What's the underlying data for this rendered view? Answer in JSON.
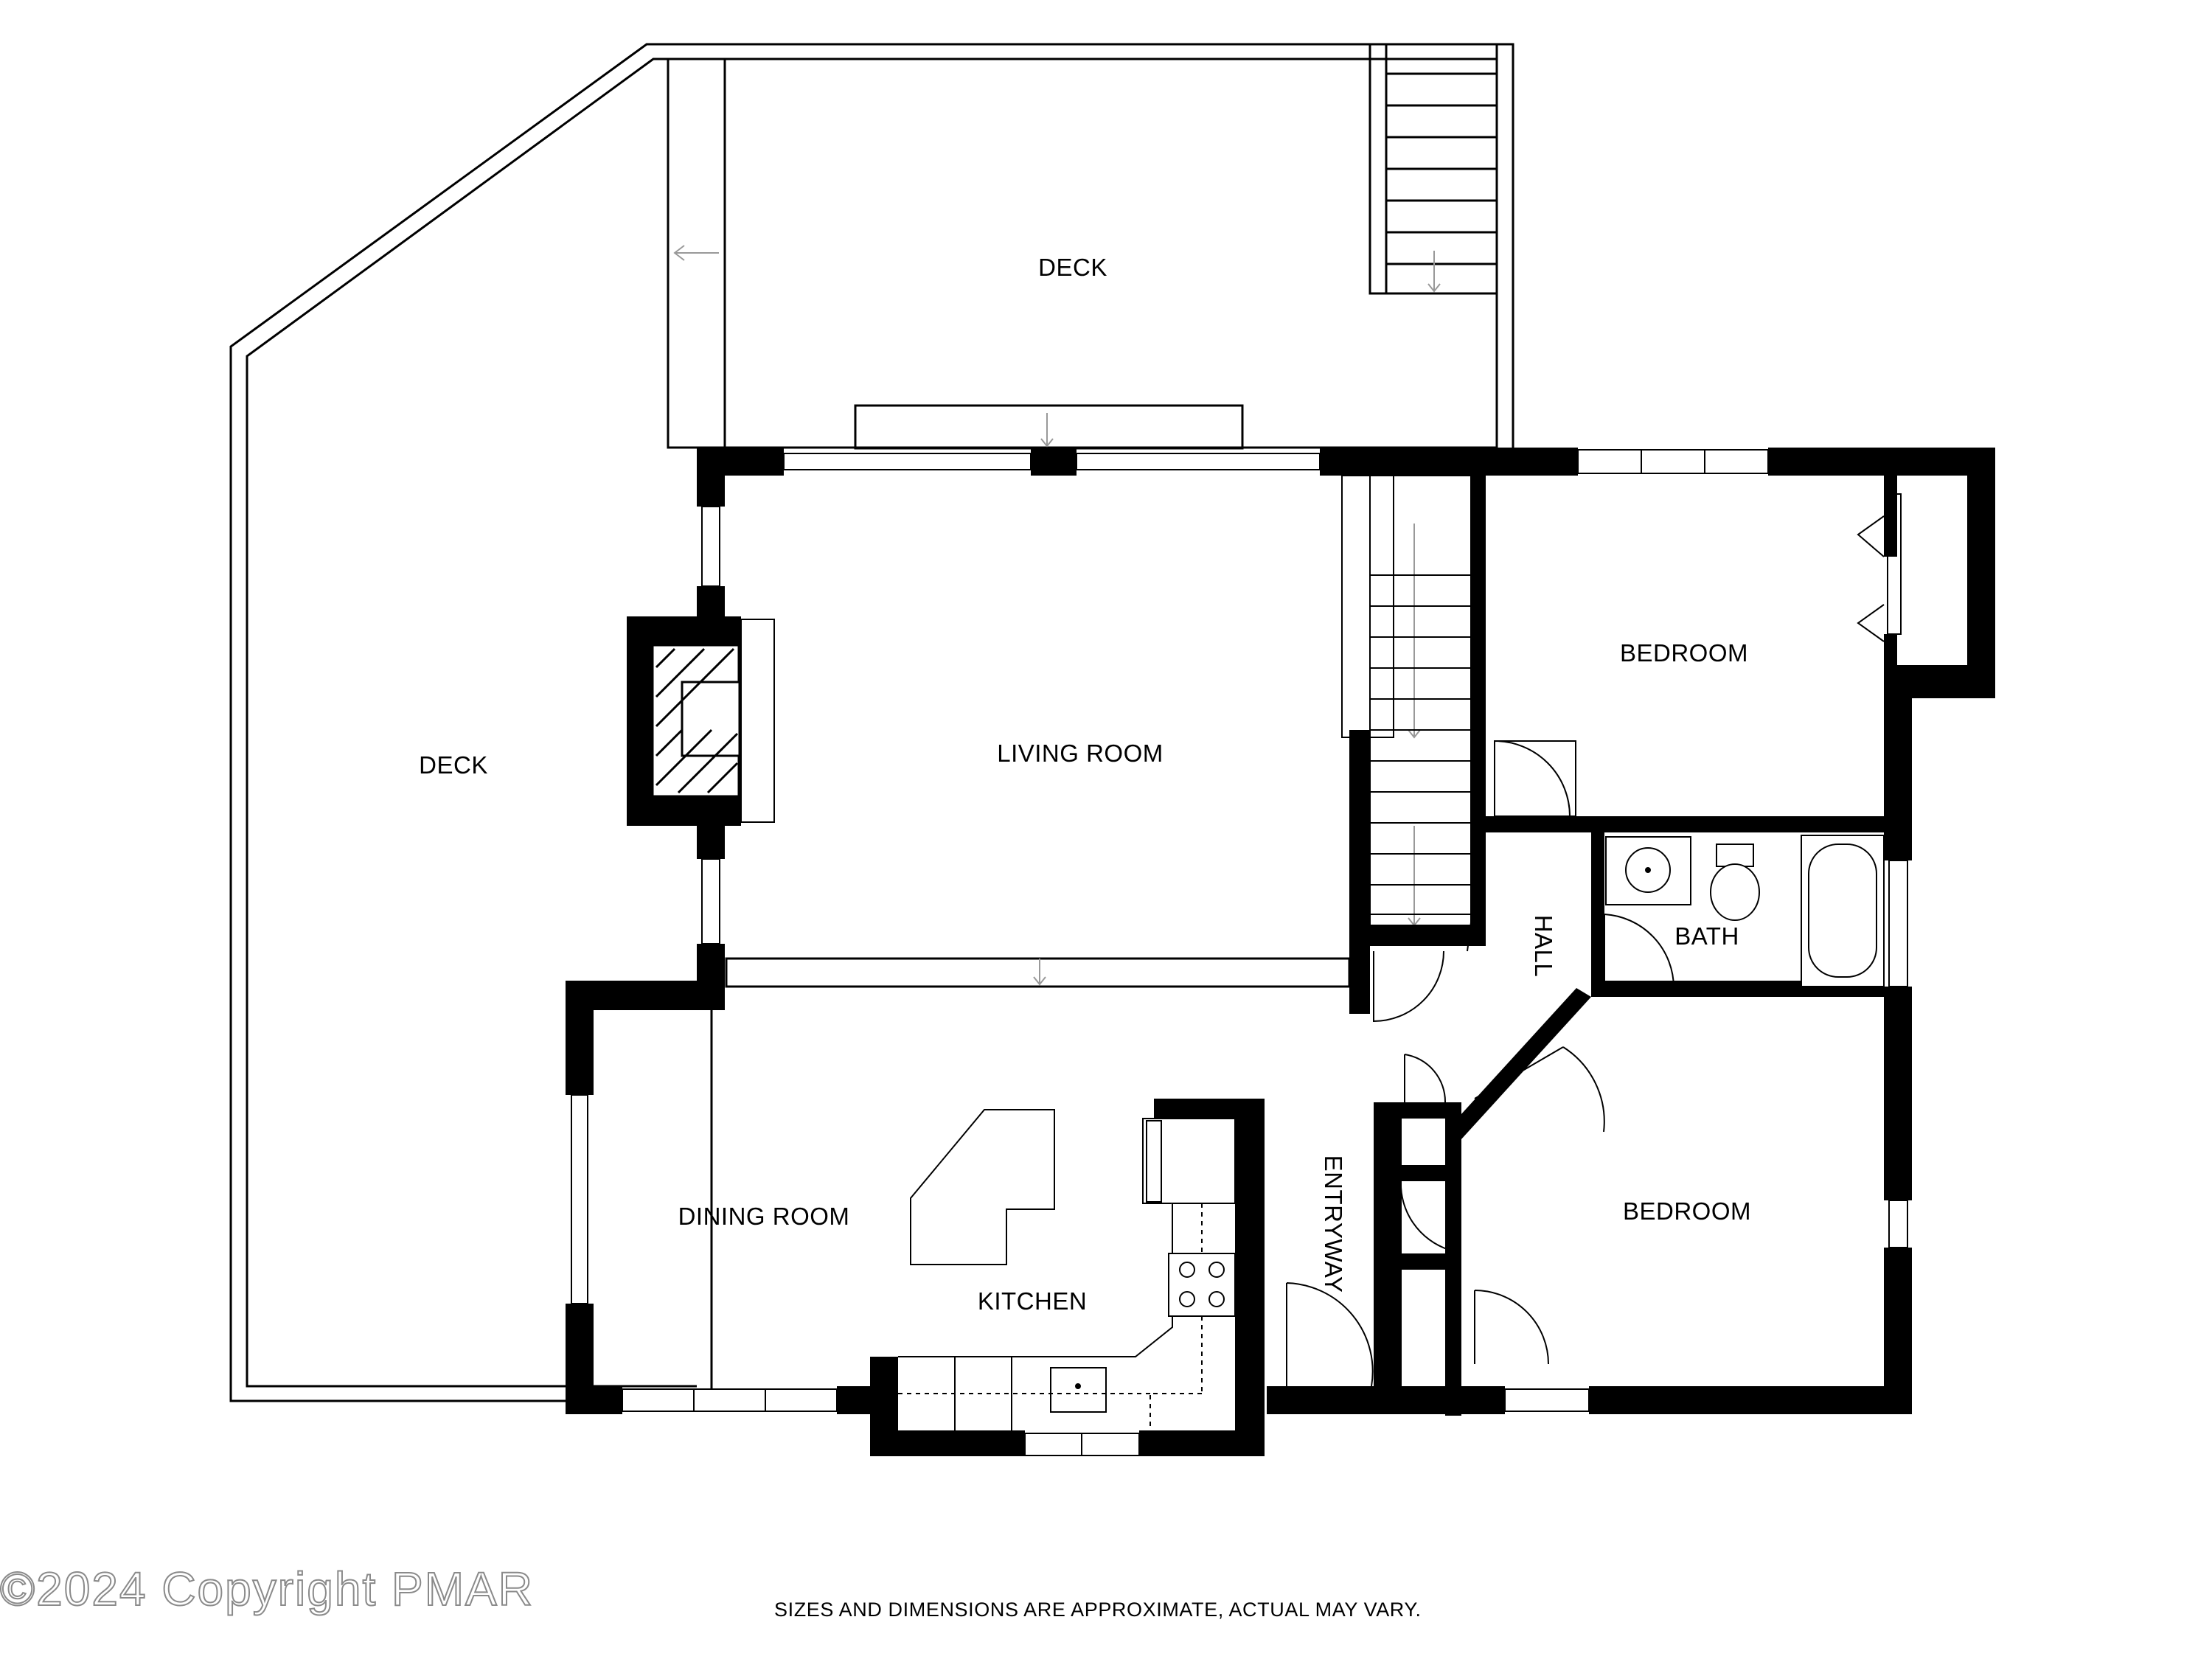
{
  "rooms": {
    "deck_top": "DECK",
    "deck_left": "DECK",
    "living_room": "LIVING ROOM",
    "bedroom_top": "BEDROOM",
    "bedroom_bottom": "BEDROOM",
    "bath": "BATH",
    "hall": "HALL",
    "entryway": "ENTRYWAY",
    "dining_room": "DINING ROOM",
    "kitchen": "KITCHEN"
  },
  "footer": {
    "disclaimer": "SIZES AND DIMENSIONS ARE APPROXIMATE, ACTUAL MAY VARY."
  },
  "watermark": "©2024 Copyright PMAR",
  "colors": {
    "wall": "#000000",
    "line": "#000000",
    "background": "#ffffff",
    "watermark_outline": "#8a8a8a"
  }
}
